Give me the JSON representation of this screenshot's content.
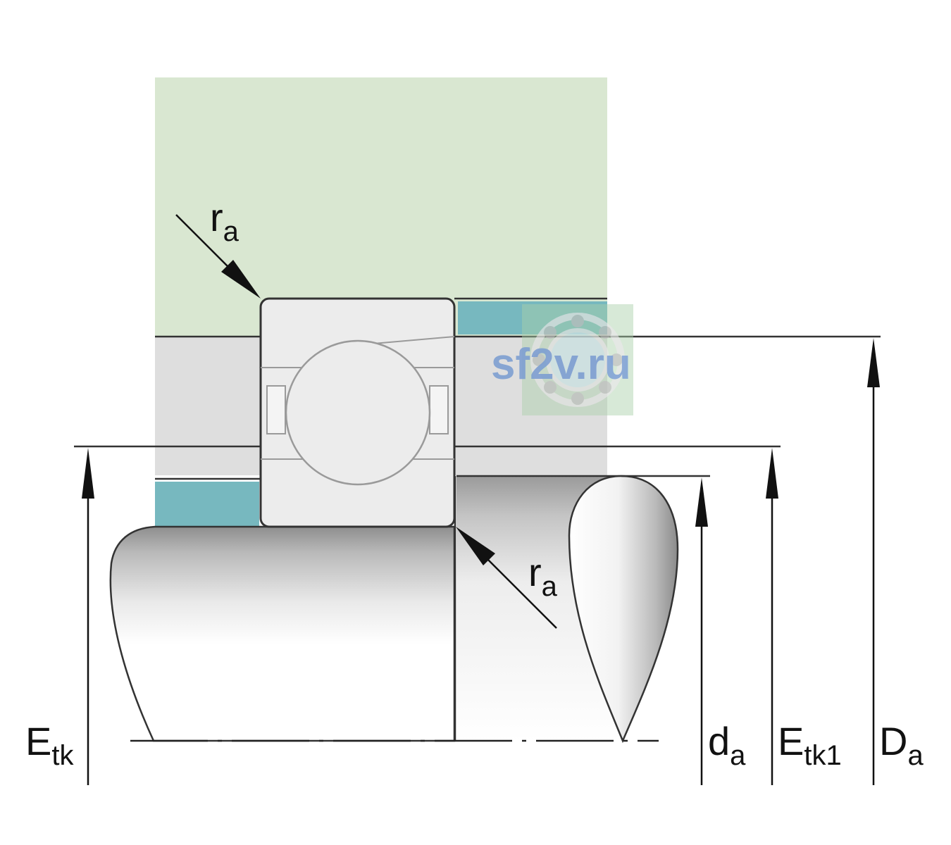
{
  "colors": {
    "housing": "#d9e7d1",
    "seal": "#77b8bf",
    "bearing": "#ececec",
    "ring_band": "#dedede",
    "outline": "#333333",
    "bearing_outline": "#9a9a9a",
    "watermark": "#6f95cf"
  },
  "labels": {
    "ra_top": {
      "main": "r",
      "sub": "a"
    },
    "ra_bottom": {
      "main": "r",
      "sub": "a"
    },
    "etk": {
      "main": "E",
      "sub": "tk"
    },
    "da_small": {
      "main": "d",
      "sub": "a"
    },
    "etk1": {
      "main": "E",
      "sub": "tk1"
    },
    "da_large": {
      "main": "D",
      "sub": "a"
    }
  },
  "watermark": {
    "text": "sf2v.ru",
    "icon": "ball-bearing-icon"
  }
}
